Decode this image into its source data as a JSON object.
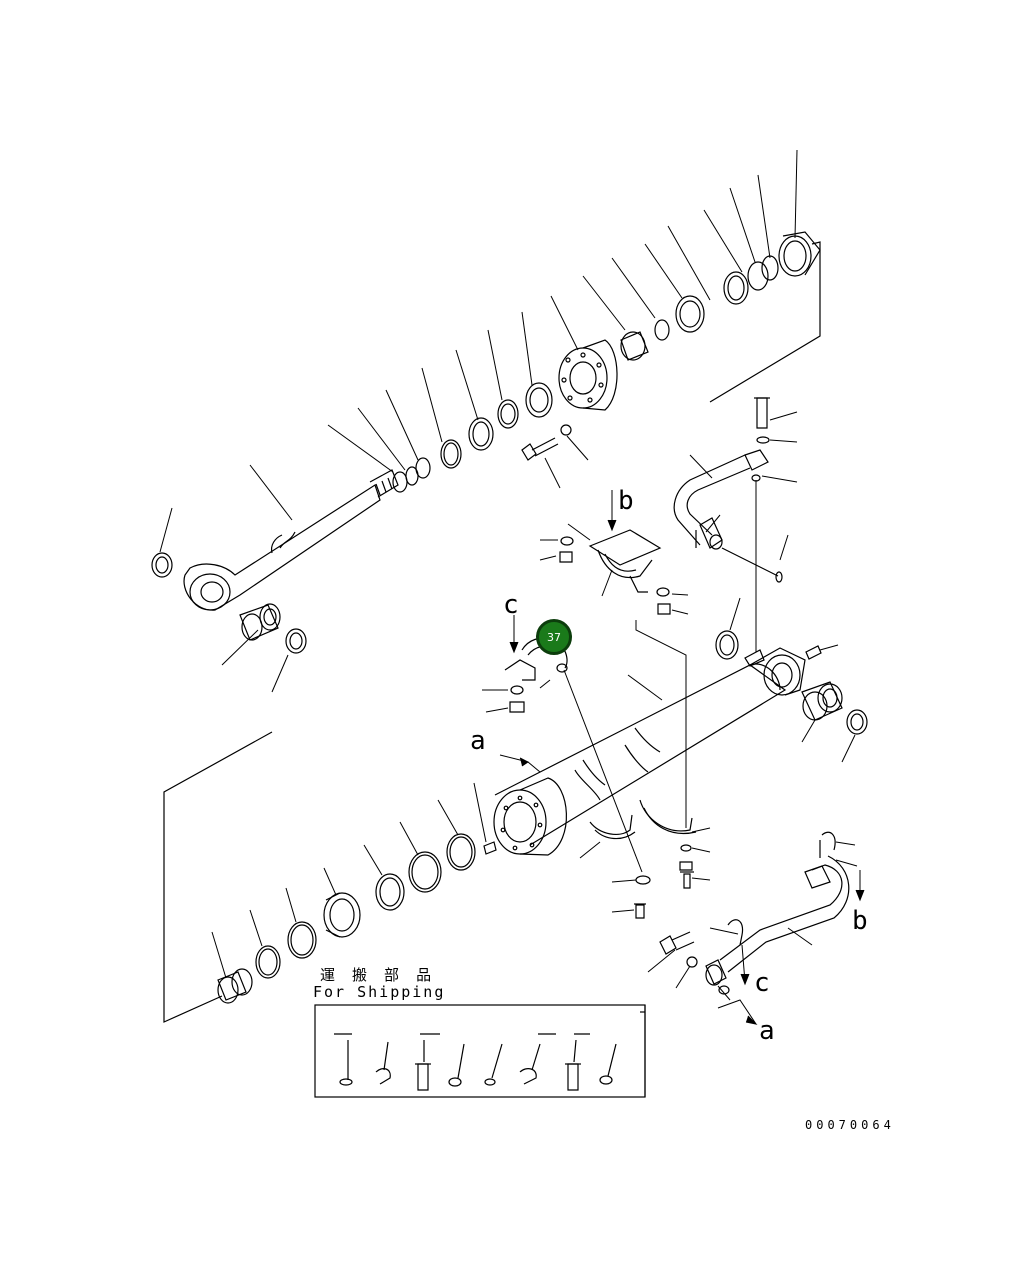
{
  "labels": {
    "a": "a",
    "b": "b",
    "c": "c"
  },
  "shipping": {
    "title_jp": "運 搬 部 品",
    "title_en": "For Shipping"
  },
  "callout": {
    "number": "37",
    "color": "#1a7a1a"
  },
  "figure_number": "00070064"
}
